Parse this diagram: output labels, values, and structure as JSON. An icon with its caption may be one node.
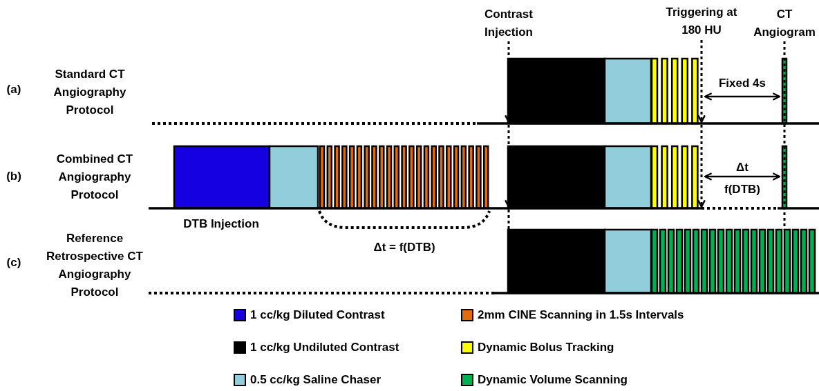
{
  "diagram": {
    "labels": [
      "Contrast Injection",
      "Triggering at 180 HU",
      "CT Angiogram",
      "(a)",
      "Standard CT Angiography Protocol",
      "Fixed 4s",
      "(b)",
      "Combined CT Angiography Protocol",
      "Δt",
      "f(DTB)",
      "DTB Injection",
      "Δt = f(DTB)",
      "(c)",
      "Reference Retrospective CT Angiography Protocol"
    ],
    "legend": [
      {
        "text": "1 cc/kg Diluted Contrast",
        "color": "#1400e0"
      },
      {
        "text": "2mm CINE Scanning in 1.5s Intervals",
        "color": "#e36c0a"
      },
      {
        "text": "1 cc/kg Undiluted Contrast",
        "color": "#000000"
      },
      {
        "text": "Dynamic Bolus Tracking",
        "color": "#ffff00"
      },
      {
        "text": "0.5 cc/kg Saline Chaser",
        "color": "#92cddc"
      },
      {
        "text": "Dynamic Volume Scanning",
        "color": "#00b050"
      }
    ]
  }
}
